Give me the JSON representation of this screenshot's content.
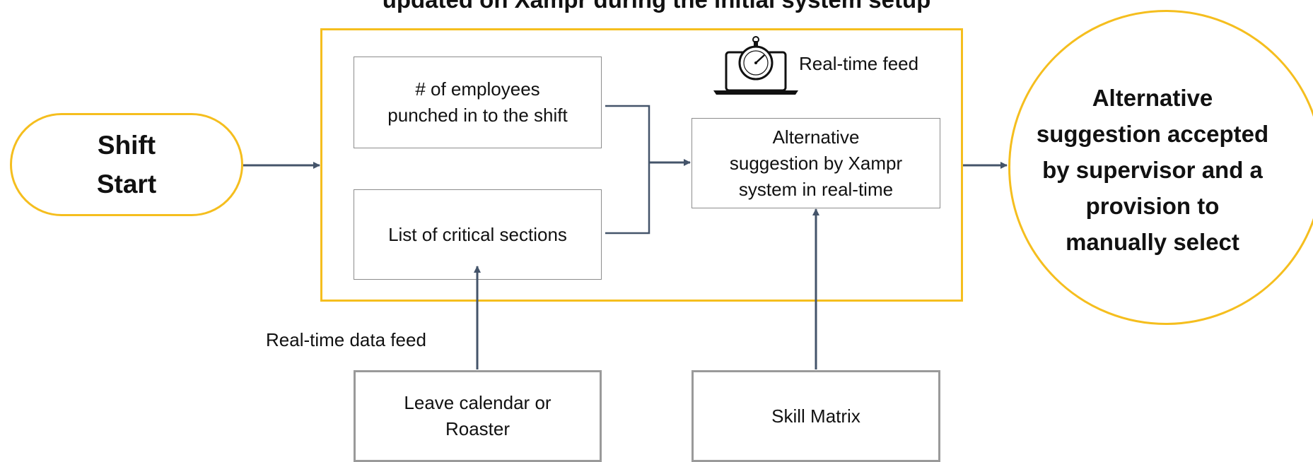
{
  "title": "updated on Xampr during the initial system setup",
  "shift_start": "Shift\nStart",
  "boxes": {
    "employees": "# of employees\npunched in to the shift",
    "critical_sections": "List of critical sections",
    "alternative_suggestion": "Alternative\nsuggestion by Xampr\nsystem in real-time",
    "leave_calendar": "Leave calendar or\nRoaster",
    "skill_matrix": "Skill Matrix"
  },
  "outcome": "Alternative\nsuggestion accepted\nby supervisor and a\nprovision to\nmanually select",
  "labels": {
    "real_time_feed": "Real-time feed",
    "real_time_data_feed": "Real-time data feed"
  },
  "icons": {
    "laptop_stopwatch": "laptop-stopwatch-icon"
  },
  "colors": {
    "accent": "#F5BE1E",
    "connector": "#44546A",
    "box_border": "#8c8c8c"
  }
}
